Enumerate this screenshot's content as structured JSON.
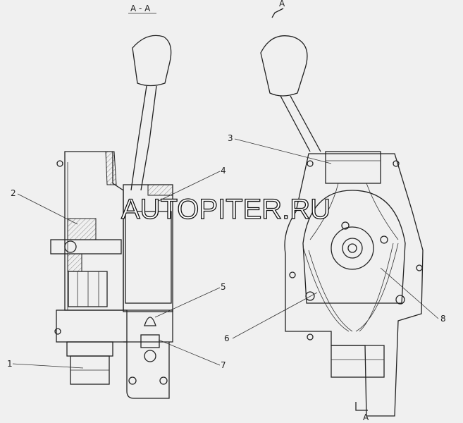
{
  "section_title": "A - A",
  "section_mark_top": "A",
  "section_mark_bottom": "A",
  "watermark": "AUTOPITER.RU",
  "callouts": [
    "1",
    "2",
    "3",
    "4",
    "5",
    "6",
    "7",
    "8"
  ]
}
